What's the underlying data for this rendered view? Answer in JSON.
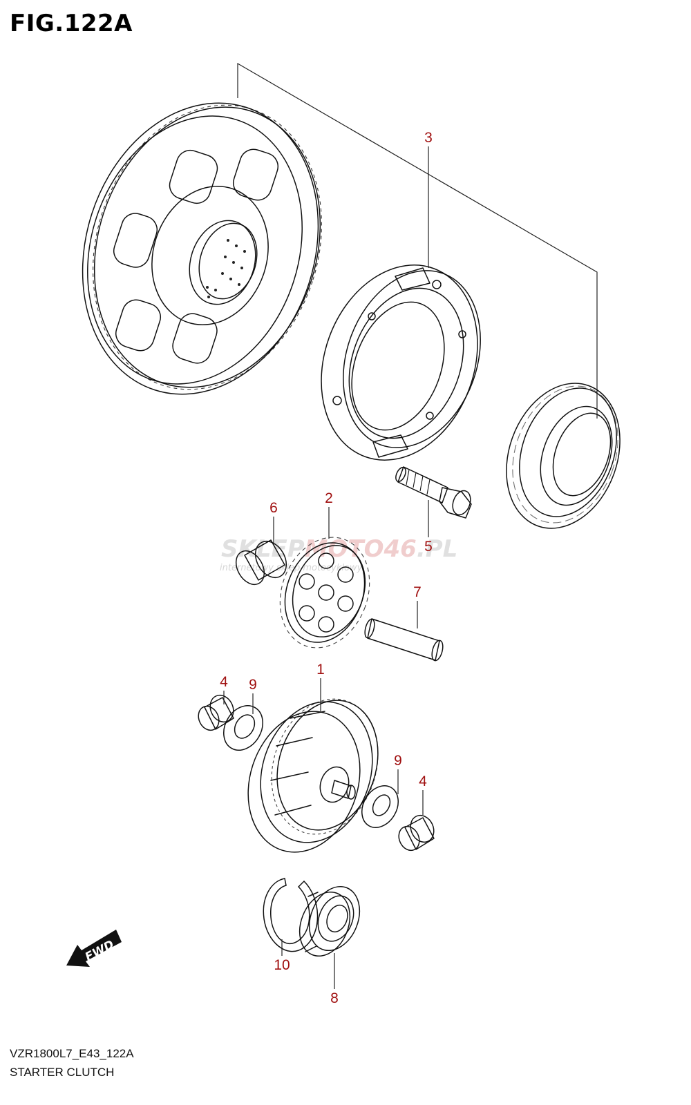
{
  "figure": {
    "title": "FIG.122A"
  },
  "footer": {
    "code": "VZR1800L7_E43_122A",
    "caption": "STARTER CLUTCH"
  },
  "callouts": [
    "1",
    "2",
    "3",
    "4",
    "4",
    "5",
    "6",
    "7",
    "8",
    "9",
    "9",
    "10"
  ],
  "watermark": {
    "brand_prefix": "SKLEP",
    "brand_middle": "MOTO",
    "brand_number": "46",
    "brand_suffix": ".PL",
    "tagline": "internetowy sklep motocyklowy"
  },
  "direction_badge": {
    "label": "FWD"
  },
  "colors": {
    "callout": "#a01010",
    "line": "#111111",
    "watermark": "#c8c8c8",
    "watermark_accent": "#e4a5a5"
  }
}
